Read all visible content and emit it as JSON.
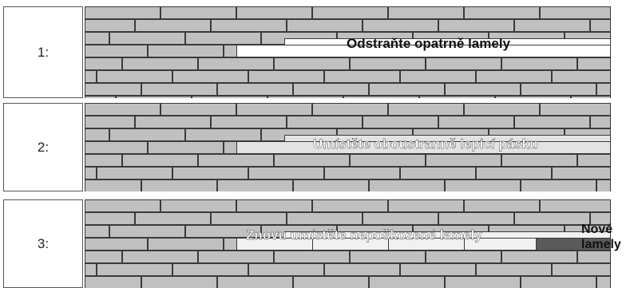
{
  "steps": [
    {
      "number": "1:",
      "caption": "Odstraňte opatrně lamely"
    },
    {
      "number": "2:",
      "caption": "Umístěte oboustranně lepicí pásku"
    },
    {
      "number": "3:",
      "caption": "Znovu umístěte nepoškozené lamely",
      "new_label": "Nové lamely"
    }
  ],
  "colors": {
    "lamella_fill": "#c0c0c0",
    "lamella_edge": "#3a3a3a",
    "gap_empty": "#ffffff",
    "tape": "#e3e3e3",
    "reused_lamella": "#f1f1f1",
    "new_lamella": "#5a5a5a"
  }
}
